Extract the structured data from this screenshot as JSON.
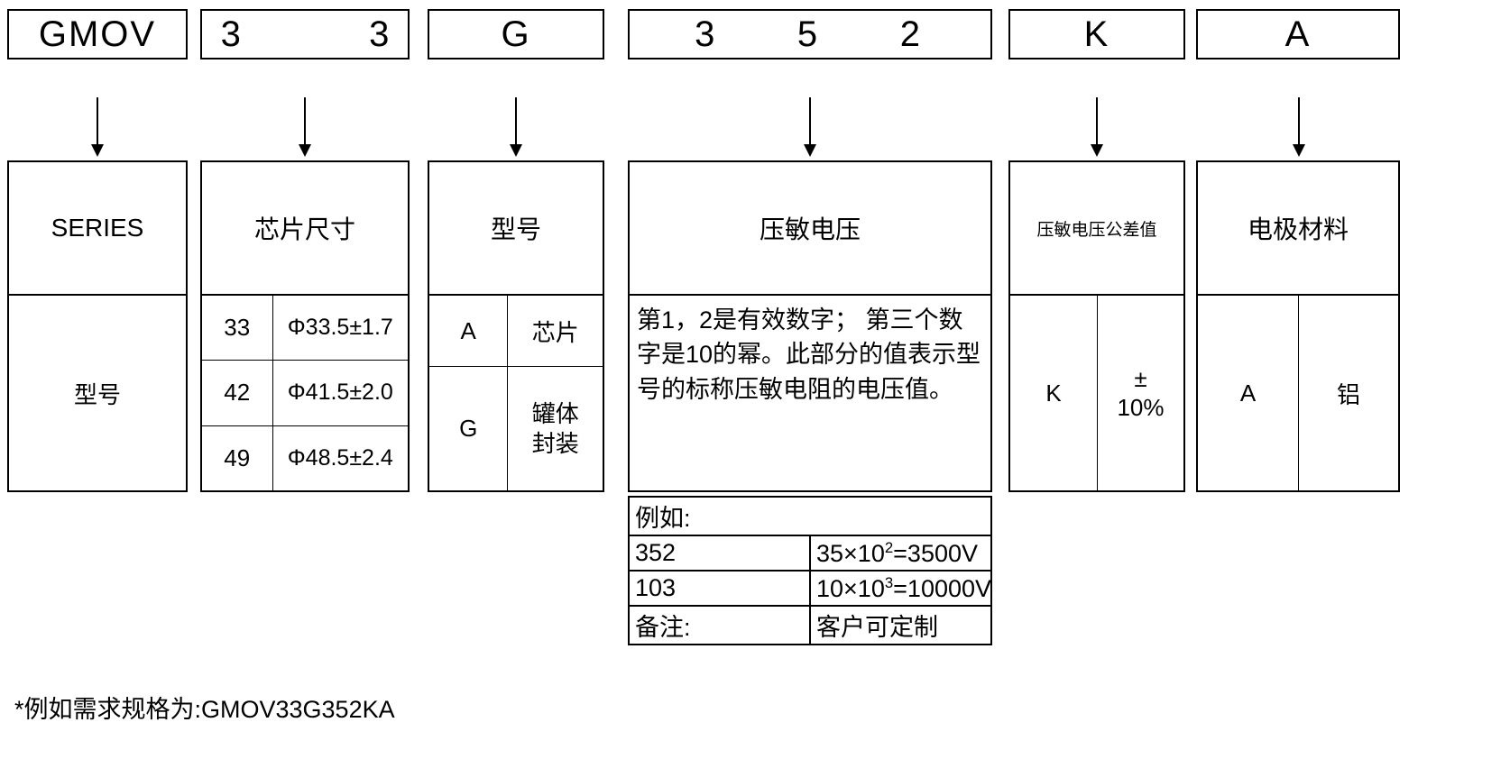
{
  "diagram": {
    "title": "GMOV part number designation",
    "code_boxes": [
      {
        "name": "series",
        "text": "GMOV"
      },
      {
        "name": "chip-size",
        "text": "3  3"
      },
      {
        "name": "model",
        "text": "G"
      },
      {
        "name": "voltage",
        "text": "3     5     2"
      },
      {
        "name": "tolerance",
        "text": "K"
      },
      {
        "name": "electrode",
        "text": "A"
      }
    ],
    "series_block": {
      "header": "SERIES",
      "body": "型号"
    },
    "chip_size_block": {
      "header": "芯片尺寸",
      "rows": [
        {
          "code": "33",
          "dimension": "Φ33.5±1.7"
        },
        {
          "code": "42",
          "dimension": "Φ41.5±2.0"
        },
        {
          "code": "49",
          "dimension": "Φ48.5±2.4"
        }
      ]
    },
    "model_block": {
      "header": "型号",
      "rows": [
        {
          "code": "A",
          "desc": "芯片"
        },
        {
          "code": "G",
          "desc": "罐体\n封装"
        }
      ]
    },
    "voltage_block": {
      "header": "压敏电压",
      "description": "第1，2是有效数字； 第三个数字是10的幂。此部分的值表示型号的标称压敏电阻的电压值。",
      "example_label": "例如:",
      "examples": [
        {
          "code": "352",
          "value": "35×10",
          "exponent": "2",
          "result": "=3500V"
        },
        {
          "code": "103",
          "value": "10×10",
          "exponent": "3",
          "result": "=10000V"
        }
      ],
      "note_label": "备注:",
      "note_value": "客户可定制"
    },
    "tolerance_block": {
      "header": "压敏电压公差值",
      "code": "K",
      "value": "±\n10%"
    },
    "electrode_block": {
      "header": "电极材料",
      "code": "A",
      "value": "铝"
    },
    "footnote": "*例如需求规格为:GMOV33G352KA"
  }
}
